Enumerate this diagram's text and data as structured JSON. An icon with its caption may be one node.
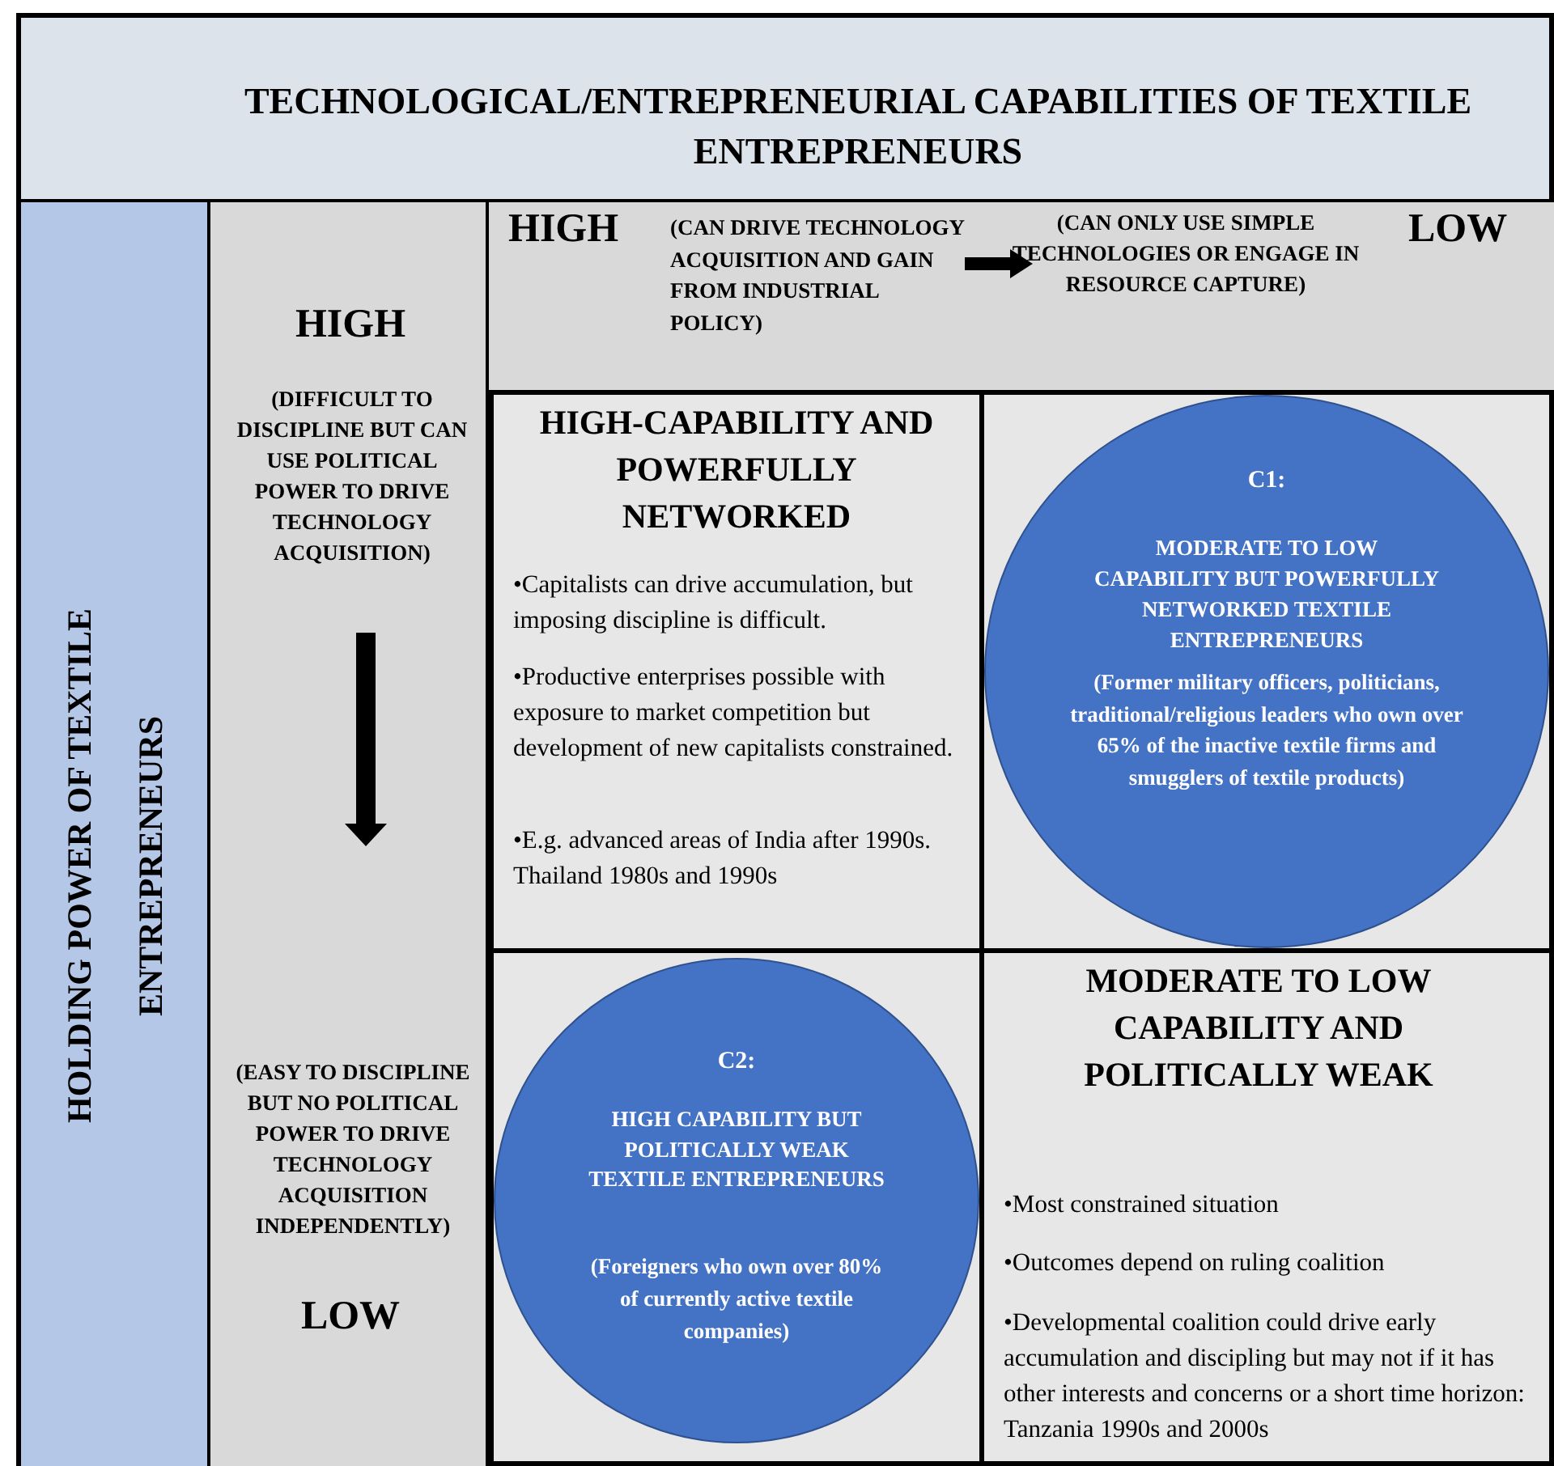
{
  "diagram": {
    "nodes": [
      {
        "text": [
          "TECHNOLOGICAL/ENTREPRENEURIAL CAPABILITIES OF TEXTILE ENTREPRENEURS"
        ]
      },
      {
        "text": [
          "HOLDING POWER OF TEXTILE ENTREPRENEURS"
        ]
      },
      {
        "text": [
          "HIGH",
          "(DIFFICULT TO DISCIPLINE BUT CAN USE POLITICAL POWER TO DRIVE TECHNOLOGY ACQUISITION)",
          "(EASY TO DISCIPLINE BUT NO POLITICAL POWER TO DRIVE TECHNOLOGY ACQUISITION INDEPENDENTLY)",
          "LOW"
        ]
      },
      {
        "text": [
          "HIGH",
          "(CAN DRIVE TECHNOLOGY ACQUISITION AND GAIN FROM INDUSTRIAL POLICY)",
          "(CAN ONLY USE SIMPLE TECHNOLOGIES OR ENGAGE IN RESOURCE CAPTURE)",
          "LOW"
        ]
      },
      {
        "text": [
          "HIGH-CAPABILITY AND POWERFULLY NETWORKED",
          "•Capitalists can drive accumulation, but imposing discipline is difficult.",
          "•Productive enterprises possible with exposure to market competition but development of new capitalists constrained.",
          "•E.g. advanced areas of India after 1990s. Thailand 1980s and 1990s"
        ]
      },
      {
        "text": [],
        "shape": "box"
      },
      {
        "text": [
          "C1:",
          "MODERATE TO LOW CAPABILITY BUT POWERFULLY NETWORKED TEXTILE ENTREPRENEURS",
          "(Former military officers, politicians, traditional/religious leaders who own over 65% of the inactive textile firms and smugglers of textile products)"
        ],
        "in": 5
      },
      {
        "text": [],
        "shape": "box"
      },
      {
        "text": [
          "C2:",
          "HIGH CAPABILITY BUT POLITICALLY WEAK TEXTILE ENTREPRENEURS",
          "(Foreigners who own over 80% of currently active textile companies)"
        ],
        "in": 7
      },
      {
        "text": [
          "MODERATE TO LOW CAPABILITY AND POLITICALLY WEAK",
          "•Most constrained situation",
          "•Outcomes depend on ruling coalition",
          "•Developmental coalition could drive early accumulation and discipling but may not if it has other interests and concerns or a short time horizon: Tanzania 1990s and 2000s"
        ]
      }
    ]
  }
}
